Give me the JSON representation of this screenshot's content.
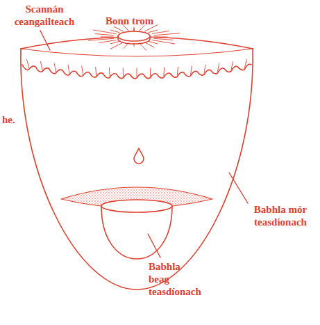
{
  "diagram": {
    "labels": [
      "Scannán ceangailteach",
      "Bonn trom",
      "he.",
      "Babhla mór teasdíonach",
      "Babhla beag teasdíonach"
    ]
  }
}
